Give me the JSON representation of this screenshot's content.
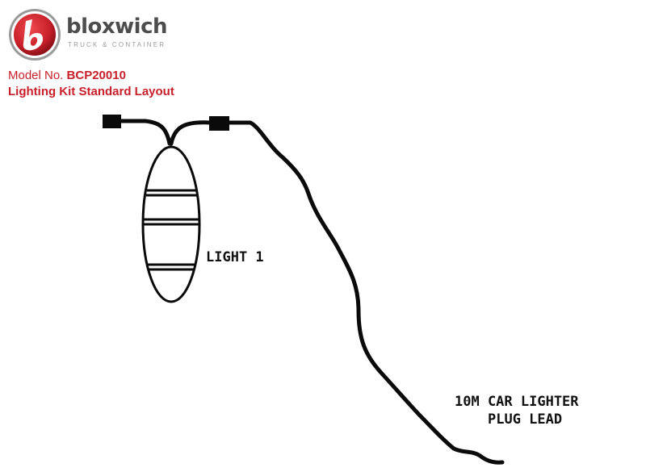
{
  "brand": {
    "name": "bloxwich",
    "tagline": "TRUCK & CONTAINER",
    "logo_letter": "b",
    "accent_color": "#c8202a"
  },
  "header": {
    "model_prefix": "Model No.",
    "model_number": "BCP20010",
    "title": "Lighting Kit Standard Layout"
  },
  "diagram": {
    "light_label": "LIGHT 1",
    "lead_label_line1": "10M CAR LIGHTER",
    "lead_label_line2": "PLUG LEAD"
  }
}
